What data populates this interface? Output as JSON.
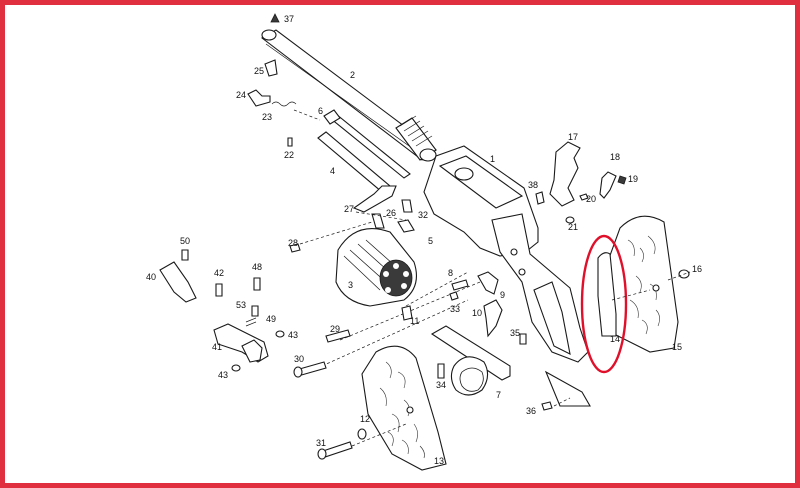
{
  "diagram": {
    "border_color": "#e03040",
    "highlight_color": "#e0102a",
    "highlighted_part": "14",
    "labels": {
      "p1": "1",
      "p2": "2",
      "p3": "3",
      "p4": "4",
      "p5": "5",
      "p6": "6",
      "p7": "7",
      "p8": "8",
      "p9": "9",
      "p10": "10",
      "p11": "11",
      "p12": "12",
      "p13": "13",
      "p14": "14",
      "p15": "15",
      "p16": "16",
      "p17": "17",
      "p18": "18",
      "p19": "19",
      "p20": "20",
      "p21": "21",
      "p22": "22",
      "p23": "23",
      "p24": "24",
      "p25": "25",
      "p26": "26",
      "p27": "27",
      "p28": "28",
      "p29": "29",
      "p30": "30",
      "p31": "31",
      "p32": "32",
      "p33": "33",
      "p34": "34",
      "p35": "35",
      "p36": "36",
      "p37": "37",
      "p38": "38",
      "p40": "40",
      "p41": "41",
      "p42": "42",
      "p43a": "43",
      "p43b": "43",
      "p48": "48",
      "p49": "49",
      "p50": "50",
      "p53": "53"
    }
  }
}
